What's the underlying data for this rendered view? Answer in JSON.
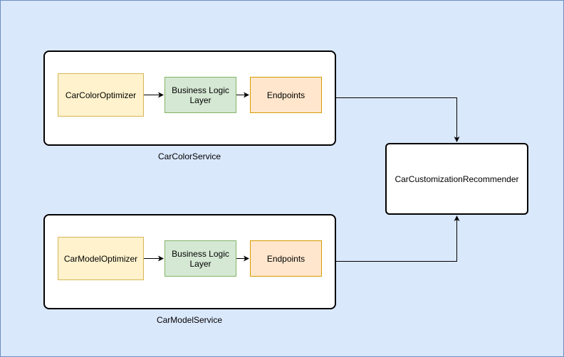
{
  "services": [
    {
      "caption": "CarColorService",
      "optimizer": "CarColorOptimizer",
      "logic": "Business Logic Layer",
      "endpoints": "Endpoints"
    },
    {
      "caption": "CarModelService",
      "optimizer": "CarModelOptimizer",
      "logic": "Business Logic Layer",
      "endpoints": "Endpoints"
    }
  ],
  "recommender": "CarCustomizationRecommender",
  "colors": {
    "background": "#dae8fc",
    "optimizer_fill": "#fff2cc",
    "logic_fill": "#d5e8d4",
    "endpoints_fill": "#ffe6cc"
  }
}
